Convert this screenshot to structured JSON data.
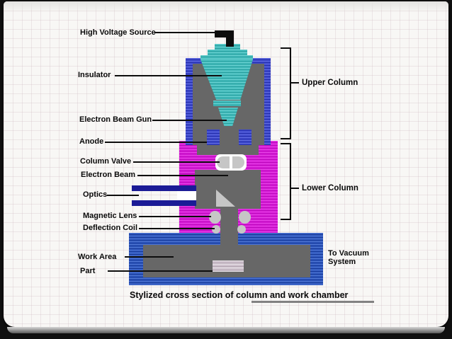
{
  "diagram": {
    "caption": "Stylized cross section of column and work chamber",
    "left_labels": [
      {
        "text": "High Voltage Source"
      },
      {
        "text": "Insulator"
      },
      {
        "text": "Electron Beam Gun"
      },
      {
        "text": "Anode"
      },
      {
        "text": "Column Valve"
      },
      {
        "text": "Electron Beam"
      },
      {
        "text": "Optics"
      },
      {
        "text": "Magnetic Lens"
      },
      {
        "text": "Deflection Coil"
      },
      {
        "text": "Work Area"
      },
      {
        "text": "Part"
      }
    ],
    "right_labels": [
      {
        "text": "Upper Column"
      },
      {
        "text": "Lower Column"
      }
    ],
    "vacuum_label": {
      "line1": "To Vacuum",
      "line2": "System"
    },
    "colors": {
      "upper_column_blue": "#3a46d0",
      "work_chamber_blue": "#2a55c0",
      "lower_column_magenta": "#d916d9",
      "insulator_teal": "#3fbdbd",
      "optics_navy": "#1b1b96",
      "structure_gray": "#676767",
      "component_light_gray": "#c6c6c6",
      "part_gray": "#cfc3ce",
      "line_black": "#0d0d0d"
    }
  }
}
